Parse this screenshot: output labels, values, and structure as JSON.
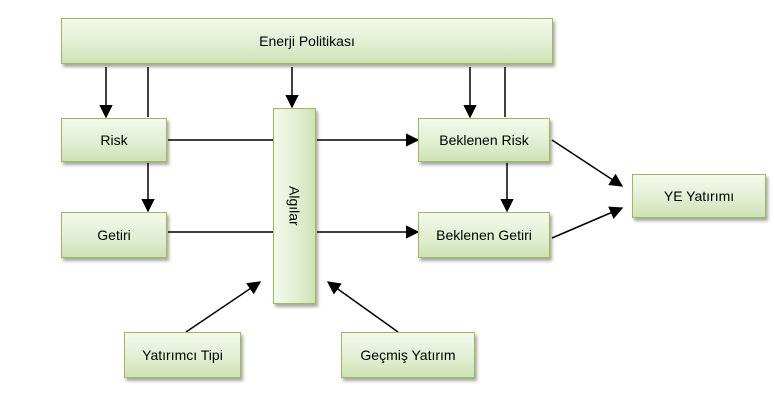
{
  "boxes": {
    "energy_policy": "Enerji Politikası",
    "risk": "Risk",
    "return": "Getiri",
    "perceptions": "Algılar",
    "expected_risk": "Beklenen Risk",
    "expected_return": "Beklenen Getiri",
    "re_investment": "YE Yatırımı",
    "investor_type": "Yatırımcı Tipi",
    "past_investment": "Geçmiş Yatırım"
  },
  "colors": {
    "box_border": "#9bbb59",
    "box_fill_top": "#f4f9ec",
    "box_fill_bottom": "#cfe2b5",
    "connector": "#000000"
  }
}
